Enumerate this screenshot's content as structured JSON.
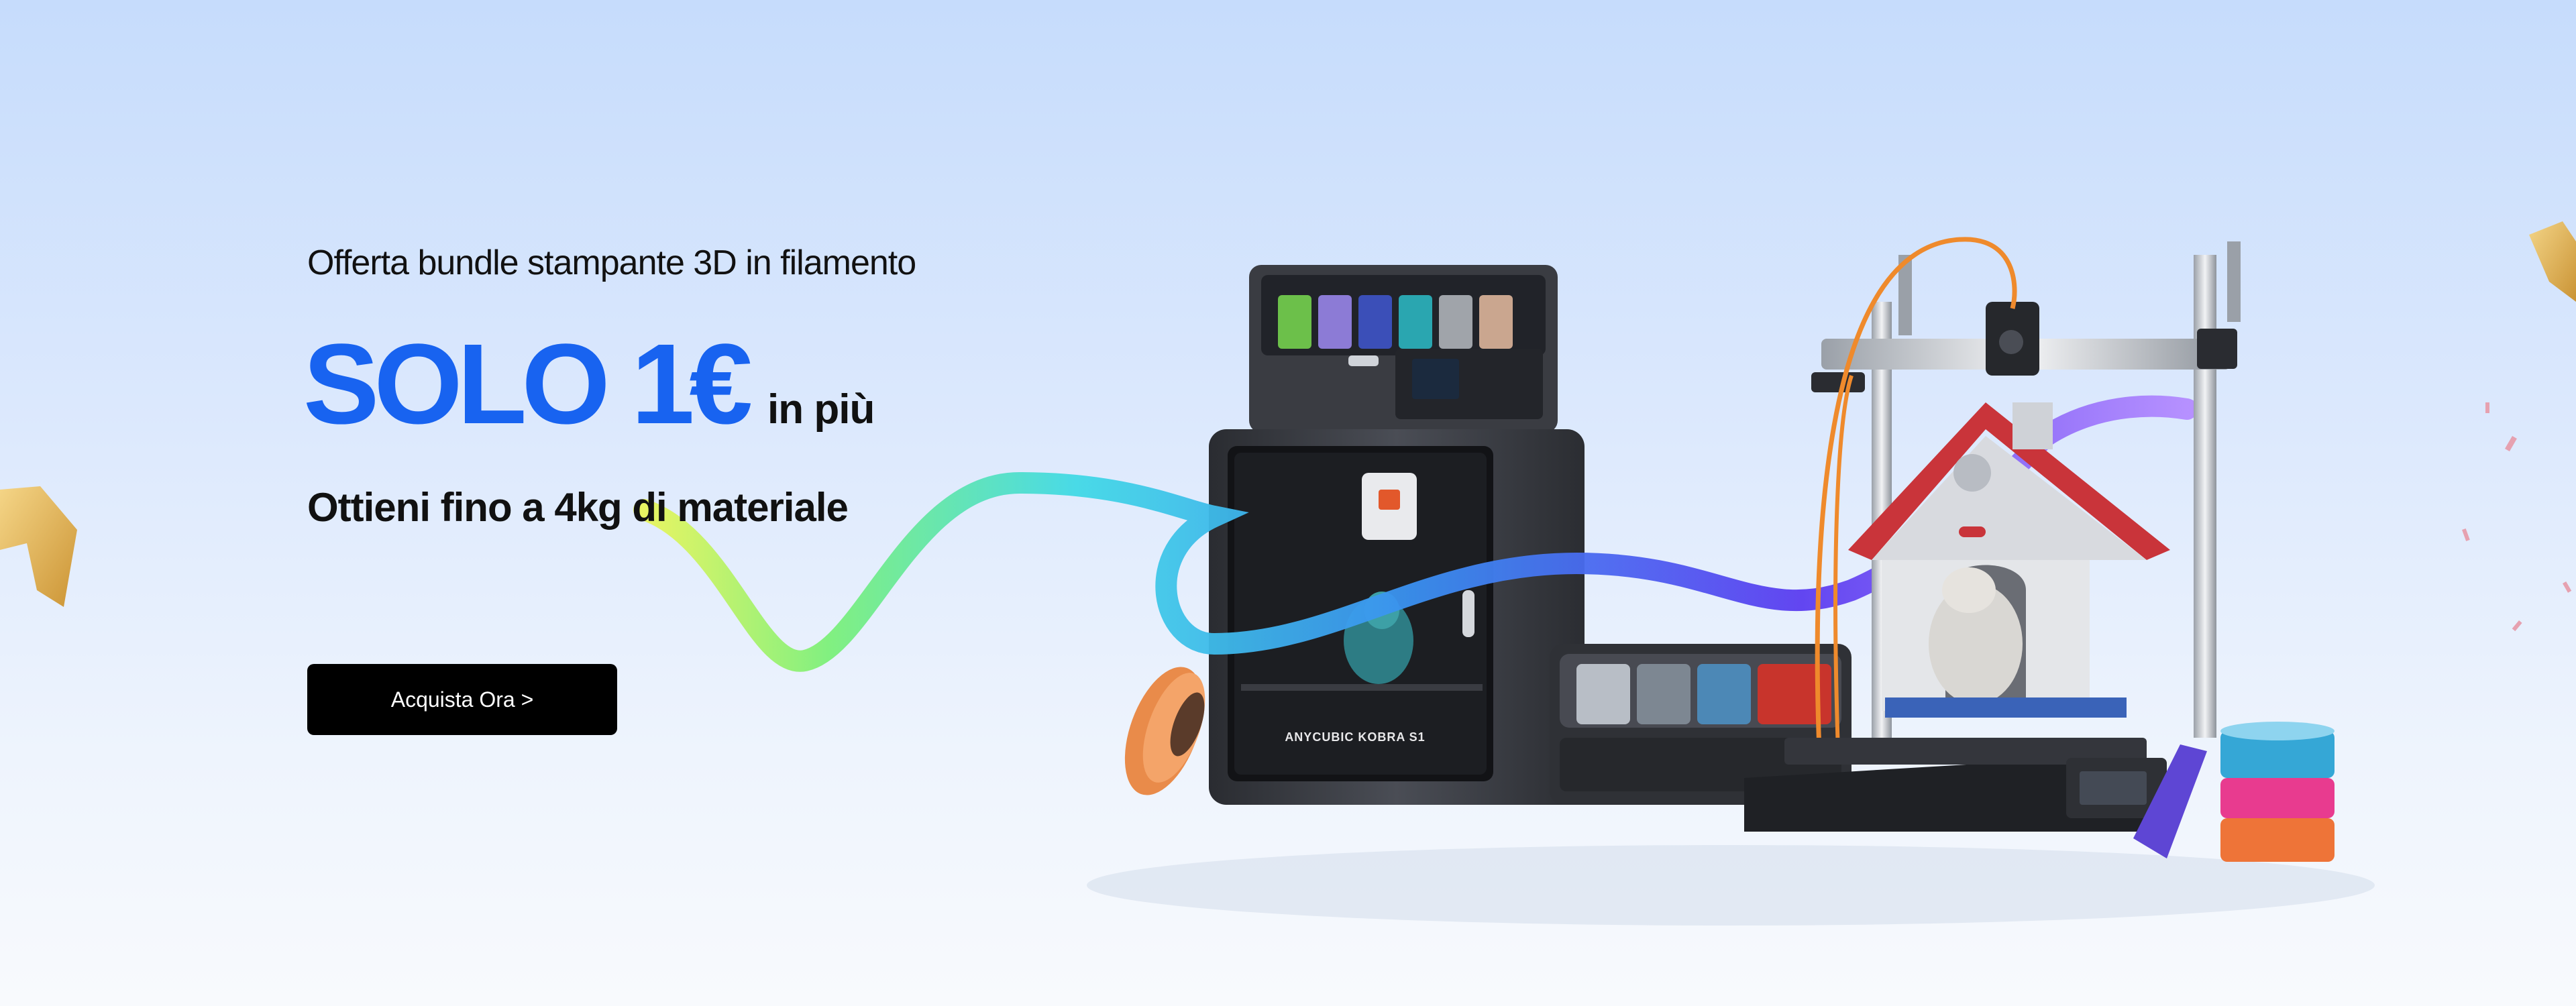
{
  "banner": {
    "eyebrow": "Offerta bundle stampante 3D in filamento",
    "headline_main": "SOLO 1€",
    "headline_suffix": "in più",
    "subhead": "Ottieni fino a 4kg di materiale",
    "cta_label": "Acquista Ora >"
  },
  "products": {
    "enclosed_printer_label": "ANYCUBIC KOBRA S1"
  },
  "colors": {
    "accent_blue": "#1863f0",
    "cta_background": "#000000",
    "house_roof": "#c9343a"
  }
}
